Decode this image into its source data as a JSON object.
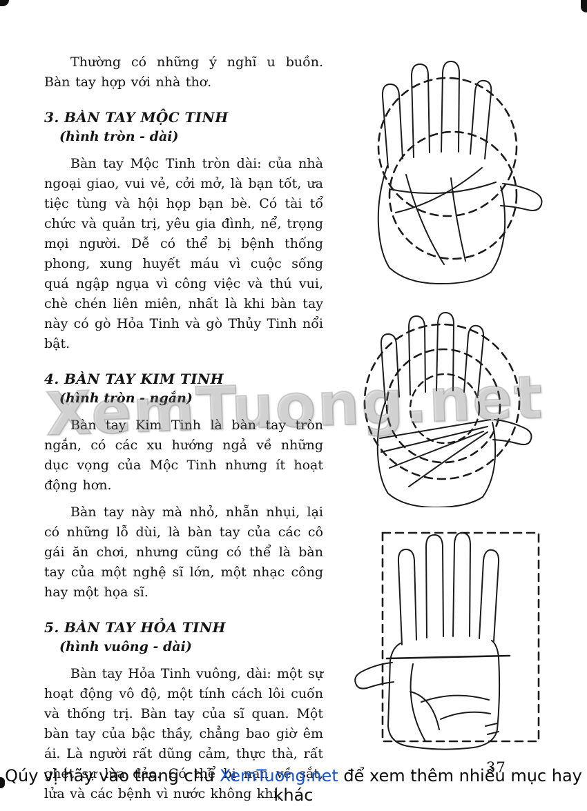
{
  "page": {
    "number": "37",
    "watermark": "XemTuong.net",
    "footer": {
      "prefix": "Qúy vị hãy vào trang chủ ",
      "link_text": "XemTuong.net",
      "suffix": " để xem thêm nhiều mục hay khác",
      "link_color": "#1553d6"
    }
  },
  "content": {
    "intro": "Thường có những ý nghĩ u buồn. Bàn tay hợp với nhà thơ.",
    "sections": [
      {
        "heading": "3. BÀN TAY MỘC TINH",
        "subheading": "(hình tròn - dài)",
        "paragraphs": [
          "Bàn tay Mộc Tinh tròn dài: của nhà ngoại giao, vui vẻ, cởi mở, là bạn tốt, ưa tiệc tùng và hội họp bạn bè. Có tài tổ chức và quản trị, yêu gia đình, nể, trọng mọi người. Dễ có thể bị bệnh thống phong, xung huyết máu vì cuộc sống quá ngập ngụa vì công việc và thú vui, chè chén liên miên, nhất là khi bàn tay này có gò Hỏa Tinh và gò Thủy Tinh nổi bật."
        ],
        "illustration": "hand-round-long"
      },
      {
        "heading": "4. BÀN TAY KIM TINH",
        "subheading": "(hình tròn - ngắn)",
        "paragraphs": [
          "Bàn tay Kim Tinh là bàn tay tròn ngắn, có các xu hướng ngả về những dục vọng của Mộc Tinh nhưng ít hoạt động hơn.",
          "Bàn tay này mà nhỏ, nhẵn nhụi, lại có những lỗ dùi, là bàn tay của các cô gái ăn chơi, nhưng cũng có thể là bàn tay của một nghệ sĩ lớn, một nhạc công hay một họa sĩ."
        ],
        "illustration": "hand-round-short"
      },
      {
        "heading": "5. BÀN TAY HỎA TINH",
        "subheading": "(hình vuông - dài)",
        "paragraphs": [
          "Bàn tay Hỏa Tinh vuông, dài: một sự hoạt động vô độ, một tính cách lôi cuốn và thống trị. Bàn tay của sĩ quan. Một bàn tay của bậc thầy, chẳng bao giờ êm ái. Là người rất dũng cảm, thực thà, rất ghét sự lừa đảo. Có thể bị nạn về sắt, lửa và các bệnh vì nước không khí,"
        ],
        "illustration": "hand-square-long"
      }
    ]
  },
  "illustrations": [
    {
      "name": "hand-round-long",
      "shape": "hand outline with two dashed circles"
    },
    {
      "name": "hand-round-short",
      "shape": "hand outline with concentric dashed circles"
    },
    {
      "name": "hand-square-long",
      "shape": "hand outline with dashed square"
    }
  ]
}
